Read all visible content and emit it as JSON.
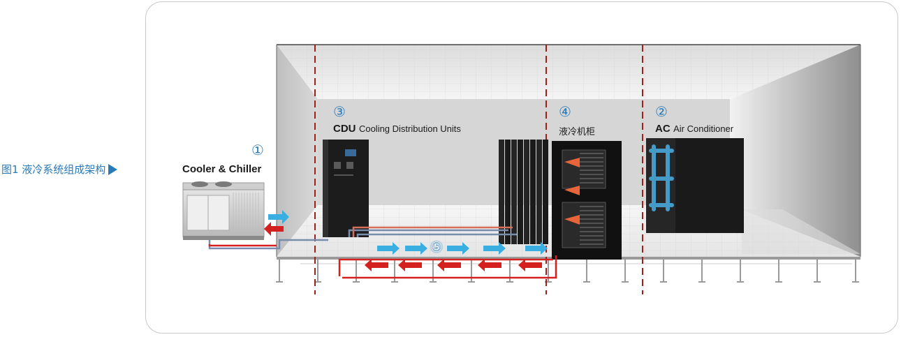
{
  "caption": {
    "text": "图1  液冷系统组成架构"
  },
  "labels": {
    "cooler_num": "①",
    "cooler_name": "Cooler & Chiller",
    "cdu_num": "③",
    "cdu_abbr": "CDU",
    "cdu_name": "Cooling Distribution Units",
    "rack_num": "④",
    "rack_name": "液冷机柜",
    "ac_num": "②",
    "ac_abbr": "AC",
    "ac_name": "Air Conditioner",
    "pipe_num": "⑤"
  },
  "colors": {
    "caption": "#2a7ab8",
    "number": "#2a7ab8",
    "divider": "#a01e1e",
    "cold_flow": "#3aaee0",
    "hot_flow": "#d4201e"
  }
}
